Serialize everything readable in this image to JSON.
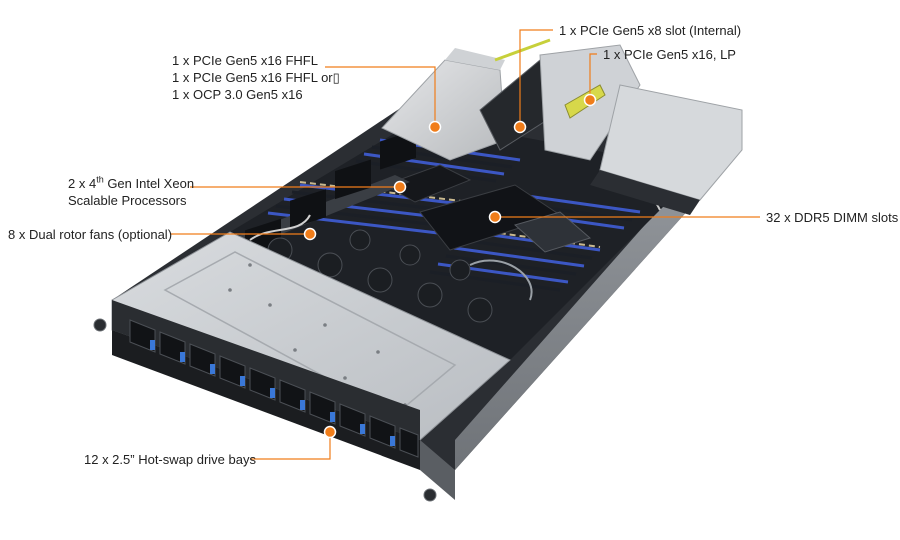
{
  "accent_color": "#f07d1a",
  "labels": {
    "pcie_internal": "1 x PCIe Gen5 x8 slot (Internal)",
    "pcie_lp": "1 x PCIe Gen5 x16, LP",
    "riser": {
      "line1": "1 x PCIe Gen5 x16 FHFL",
      "line2": "1 x PCIe Gen5 x16 FHFL or▯",
      "line3": "1 x OCP 3.0 Gen5 x16"
    },
    "cpu": {
      "prefix": "2 x 4",
      "sup": "th",
      "suffix": " Gen Intel Xeon",
      "line2": "Scalable Processors"
    },
    "fans": "8 x Dual rotor fans (optional)",
    "dimm": "32 x DDR5 DIMM slots",
    "drives": "12 x 2.5” Hot-swap drive bays"
  }
}
